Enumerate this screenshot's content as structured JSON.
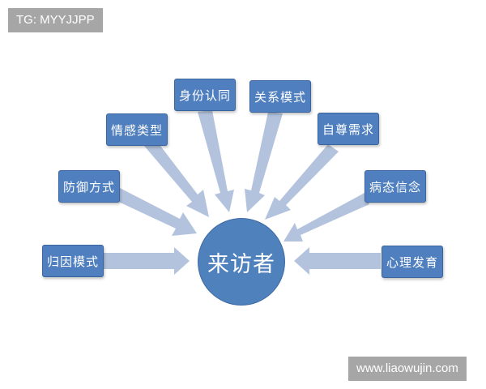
{
  "watermarks": {
    "top_left": "TG: MYYJJPP",
    "bottom_right": "www.liaowujin.com"
  },
  "diagram": {
    "center": "来访者",
    "nodes": [
      {
        "id": "attribution",
        "label": "归因模式"
      },
      {
        "id": "defense",
        "label": "防御方式"
      },
      {
        "id": "emotion",
        "label": "情感类型"
      },
      {
        "id": "identity",
        "label": "身份认同"
      },
      {
        "id": "relationship",
        "label": "关系模式"
      },
      {
        "id": "self-esteem",
        "label": "自尊需求"
      },
      {
        "id": "pathological-belief",
        "label": "病态信念"
      },
      {
        "id": "psych-development",
        "label": "心理发育"
      }
    ]
  },
  "colors": {
    "box_fill": "#4f7fbf",
    "arrow_fill": "#b3c3dd",
    "watermark_bg": "#a6a6a6"
  }
}
